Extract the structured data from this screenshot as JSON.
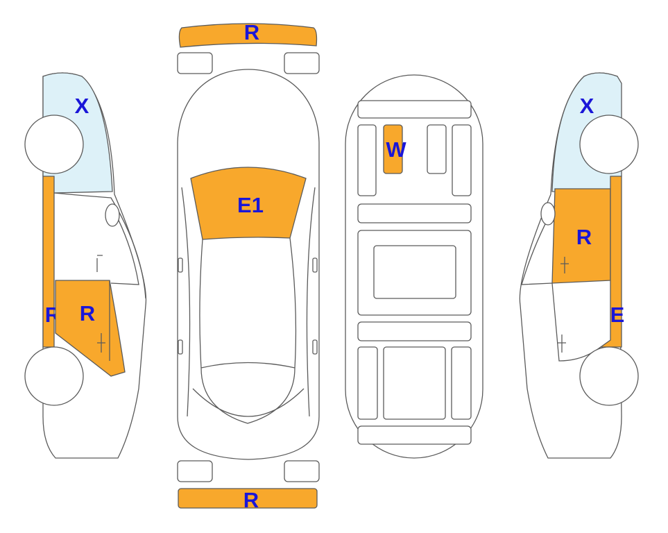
{
  "colors": {
    "damage_fill": "#F8A82C",
    "glass_fill": "#DDF1F8",
    "label_color": "#1A16D8",
    "outline": "#5A5A5A"
  },
  "marks": {
    "front_bumper": "R",
    "rear_bumper": "R",
    "left_windshield": "X",
    "left_rear_pillar": "R",
    "left_door": "R",
    "hood": "E1",
    "roof": "W",
    "right_windshield": "X",
    "right_door": "R",
    "right_pillar": "E"
  }
}
